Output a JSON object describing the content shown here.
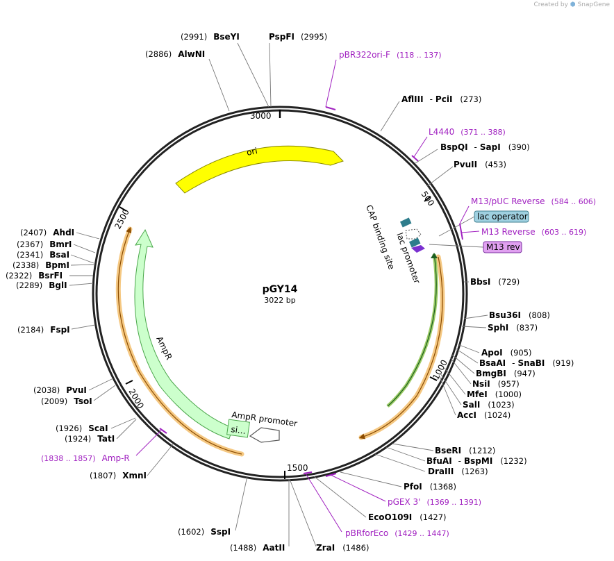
{
  "credit": {
    "created_by": "Created by",
    "app": "SnapGene"
  },
  "plasmid": {
    "name": "pGY14",
    "size": "3022 bp"
  },
  "ticks": [
    {
      "label": "3000",
      "pos": 3000
    },
    {
      "label": "500",
      "pos": 500
    },
    {
      "label": "1000",
      "pos": 1000
    },
    {
      "label": "1500",
      "pos": 1500
    },
    {
      "label": "2000",
      "pos": 2000
    },
    {
      "label": "2500",
      "pos": 2500
    }
  ],
  "sites": [
    {
      "name": "PspFI",
      "pos": "(2995)"
    },
    {
      "name": "BseYI",
      "pos": "(2991)"
    },
    {
      "name": "AlwNI",
      "pos": "(2886)"
    },
    {
      "name": "AflIII",
      "sep": "-",
      "name2": "PciI",
      "pos": "(273)"
    },
    {
      "name": "BspQI",
      "sep": "-",
      "name2": "SapI",
      "pos": "(390)"
    },
    {
      "name": "PvuII",
      "pos": "(453)"
    },
    {
      "name": "BbsI",
      "pos": "(729)"
    },
    {
      "name": "Bsu36I",
      "pos": "(808)"
    },
    {
      "name": "SphI",
      "pos": "(837)"
    },
    {
      "name": "ApoI",
      "pos": "(905)"
    },
    {
      "name": "BsaAI",
      "sep": "-",
      "name2": "SnaBI",
      "pos": "(919)"
    },
    {
      "name": "BmgBI",
      "pos": "(947)"
    },
    {
      "name": "NsiI",
      "pos": "(957)"
    },
    {
      "name": "MfeI",
      "pos": "(1000)"
    },
    {
      "name": "SalI",
      "pos": "(1023)"
    },
    {
      "name": "AccI",
      "pos": "(1024)"
    },
    {
      "name": "BseRI",
      "pos": "(1212)"
    },
    {
      "name": "BfuAI",
      "sep": "-",
      "name2": "BspMI",
      "pos": "(1232)"
    },
    {
      "name": "DraIII",
      "pos": "(1263)"
    },
    {
      "name": "PfoI",
      "pos": "(1368)"
    },
    {
      "name": "EcoO109I",
      "pos": "(1427)"
    },
    {
      "name": "ZraI",
      "pos": "(1486)"
    },
    {
      "name": "AatII",
      "pos": "(1488)"
    },
    {
      "name": "SspI",
      "pos": "(1602)"
    },
    {
      "name": "XmnI",
      "pos": "(1807)"
    },
    {
      "name": "TatI",
      "pos": "(1924)"
    },
    {
      "name": "ScaI",
      "pos": "(1926)"
    },
    {
      "name": "TsoI",
      "pos": "(2009)"
    },
    {
      "name": "PvuI",
      "pos": "(2038)"
    },
    {
      "name": "FspI",
      "pos": "(2184)"
    },
    {
      "name": "BglI",
      "pos": "(2289)"
    },
    {
      "name": "BsrFI",
      "pos": "(2322)"
    },
    {
      "name": "BpmI",
      "pos": "(2338)"
    },
    {
      "name": "BsaI",
      "pos": "(2341)"
    },
    {
      "name": "BmrI",
      "pos": "(2367)"
    },
    {
      "name": "AhdI",
      "pos": "(2407)"
    }
  ],
  "primers": [
    {
      "name": "pBR322ori-F",
      "range": "(118 .. 137)"
    },
    {
      "name": "L4440",
      "range": "(371 .. 388)"
    },
    {
      "name": "M13/pUC Reverse",
      "range": "(584 .. 606)"
    },
    {
      "name": "M13 Reverse",
      "range": "(603 .. 619)"
    },
    {
      "name": "pGEX 3'",
      "range": "(1369 .. 1391)"
    },
    {
      "name": "pBRforEco",
      "range": "(1429 .. 1447)"
    },
    {
      "name": "Amp-R",
      "range": "(1838 .. 1857)"
    }
  ],
  "features": {
    "ori": "ori",
    "ampr": "AmpR",
    "ampr_promoter": "AmpR promoter",
    "signal": "si…",
    "lac_operator": "lac operator",
    "m13_rev": "M13 rev",
    "cap_site": "CAP binding site",
    "lac_promoter": "lac promoter"
  },
  "colors": {
    "ori": "#ffff00",
    "ampr": "#ccffcc",
    "orf_track": "#f5c882",
    "orf_line": "#8a4b00",
    "lac_operator": "#9fd0e0",
    "m13_rev": "#e0a0f0",
    "primer": "#a020c0",
    "promoter_dark": "#2e7d8c",
    "primer_arrow": "#7a30d0"
  }
}
